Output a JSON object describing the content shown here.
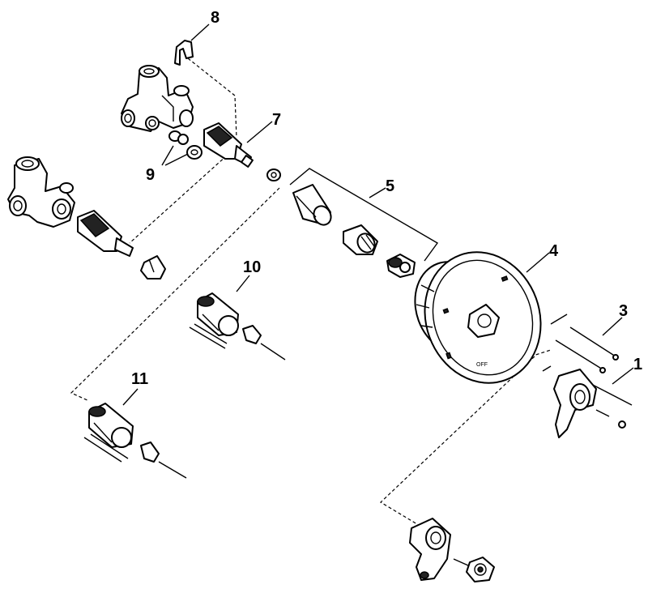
{
  "callouts": {
    "c1": "1",
    "c3": "3",
    "c4": "4",
    "c5": "5",
    "c7": "7",
    "c8": "8",
    "c9": "9",
    "c10": "10",
    "c11": "11"
  },
  "escutcheon_marks": {
    "off": "OFF"
  }
}
